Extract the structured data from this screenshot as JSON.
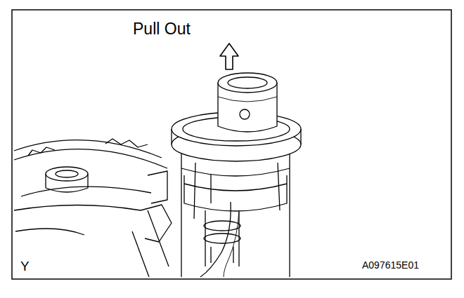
{
  "diagram": {
    "labels": [
      "Pull Out",
      "Y",
      "A097615E01"
    ]
  }
}
